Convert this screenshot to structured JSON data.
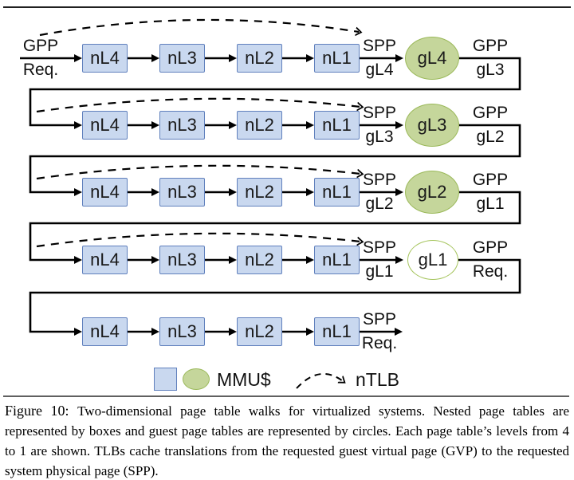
{
  "figure": {
    "rows": [
      {
        "boxes": [
          "nL4",
          "nL3",
          "nL2",
          "nL1"
        ],
        "left_top": "GPP",
        "left_bottom": "Req.",
        "spp_top": "SPP",
        "spp_bottom": "gL4",
        "circle": "gL4",
        "gpp_top": "GPP",
        "gpp_bottom": "gL3"
      },
      {
        "boxes": [
          "nL4",
          "nL3",
          "nL2",
          "nL1"
        ],
        "spp_top": "SPP",
        "spp_bottom": "gL3",
        "circle": "gL3",
        "gpp_top": "GPP",
        "gpp_bottom": "gL2"
      },
      {
        "boxes": [
          "nL4",
          "nL3",
          "nL2",
          "nL1"
        ],
        "spp_top": "SPP",
        "spp_bottom": "gL2",
        "circle": "gL2",
        "gpp_top": "GPP",
        "gpp_bottom": "gL1"
      },
      {
        "boxes": [
          "nL4",
          "nL3",
          "nL2",
          "nL1"
        ],
        "spp_top": "SPP",
        "spp_bottom": "gL1",
        "circle": "gL1",
        "gpp_top": "GPP",
        "gpp_bottom": "Req."
      },
      {
        "boxes": [
          "nL4",
          "nL3",
          "nL2",
          "nL1"
        ],
        "spp_top": "SPP",
        "spp_bottom": "Req."
      }
    ],
    "legend": {
      "mmu": "MMU$",
      "ntlb": "nTLB"
    },
    "colors": {
      "box_fill": "#c9d8ef",
      "box_border": "#6080bd",
      "circle_fill": "#c5d69b",
      "circle_border": "#9bb95a",
      "open_circle_border": "#a6c55e",
      "line": "#000000"
    }
  },
  "caption": {
    "label": "Figure 10:",
    "text": "Two-dimensional page table walks for virtualized systems. Nested page tables are represented by boxes and guest page tables are represented by circles. Each page table’s levels from 4 to 1 are shown. TLBs cache translations from the requested guest virtual page (GVP) to the requested system physical page (SPP)."
  }
}
